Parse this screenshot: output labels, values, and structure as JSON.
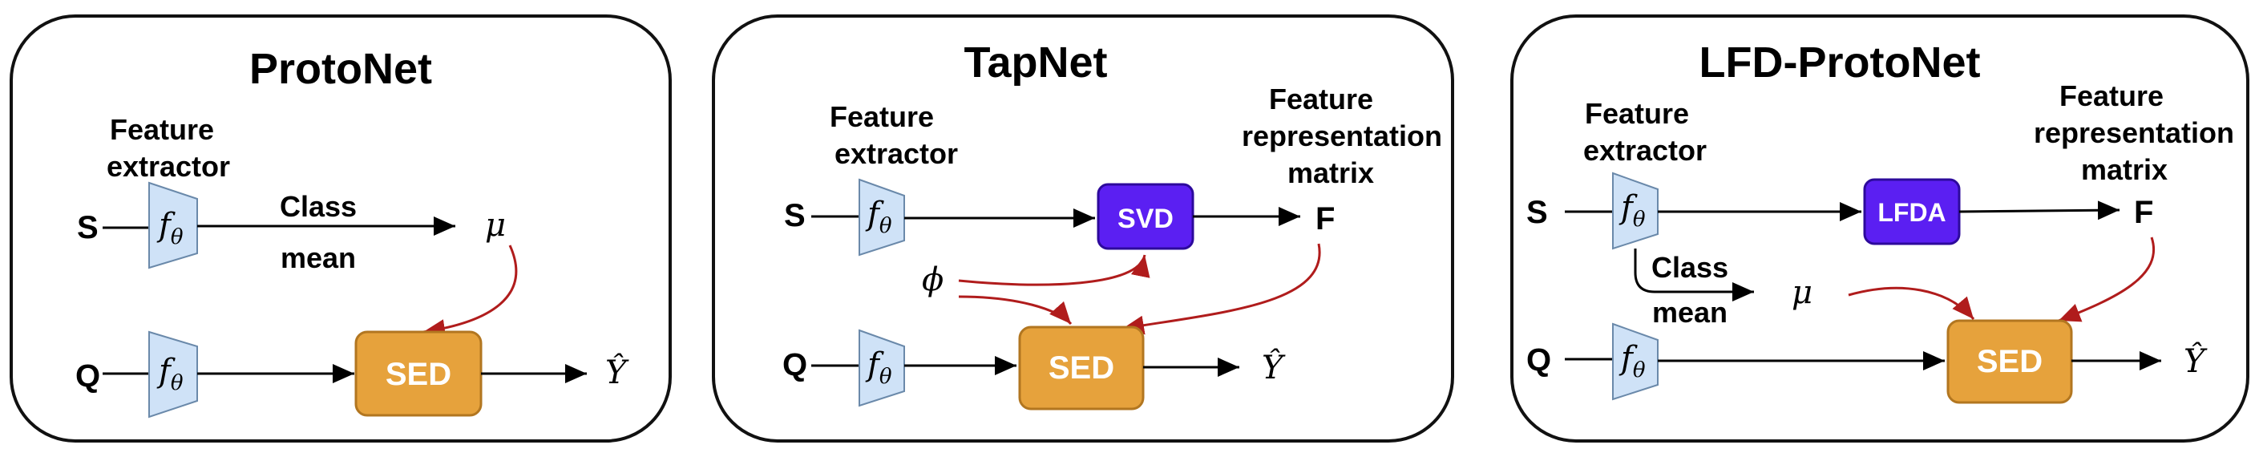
{
  "colors": {
    "sed_fill": "#e6a23c",
    "svd_lfda_fill": "#5b1ff2",
    "extractor_fill": "#cfe2f7",
    "red_arrow": "#b01c1c"
  },
  "panels": {
    "protonet": {
      "title": "ProtoNet",
      "feature_extractor_l1": "Feature",
      "feature_extractor_l2": "extractor",
      "s": "S",
      "q": "Q",
      "extractor_sym": "f",
      "extractor_sub": "θ",
      "class_mean_l1": "Class",
      "class_mean_l2": "mean",
      "mu": "μ",
      "sed": "SED",
      "output": "Ŷ"
    },
    "tapnet": {
      "title": "TapNet",
      "feature_extractor_l1": "Feature",
      "feature_extractor_l2": "extractor",
      "frm_l1": "Feature",
      "frm_l2": "representation",
      "frm_l3": "matrix",
      "s": "S",
      "q": "Q",
      "extractor_sym": "f",
      "extractor_sub": "θ",
      "svd": "SVD",
      "f": "F",
      "phi": "ϕ",
      "sed": "SED",
      "output": "Ŷ"
    },
    "lfd": {
      "title": "LFD-ProtoNet",
      "feature_extractor_l1": "Feature",
      "feature_extractor_l2": "extractor",
      "frm_l1": "Feature",
      "frm_l2": "representation",
      "frm_l3": "matrix",
      "s": "S",
      "q": "Q",
      "extractor_sym": "f",
      "extractor_sub": "θ",
      "lfda": "LFDA",
      "f": "F",
      "class_mean_l1": "Class",
      "class_mean_l2": "mean",
      "mu": "μ",
      "sed": "SED",
      "output": "Ŷ"
    }
  }
}
